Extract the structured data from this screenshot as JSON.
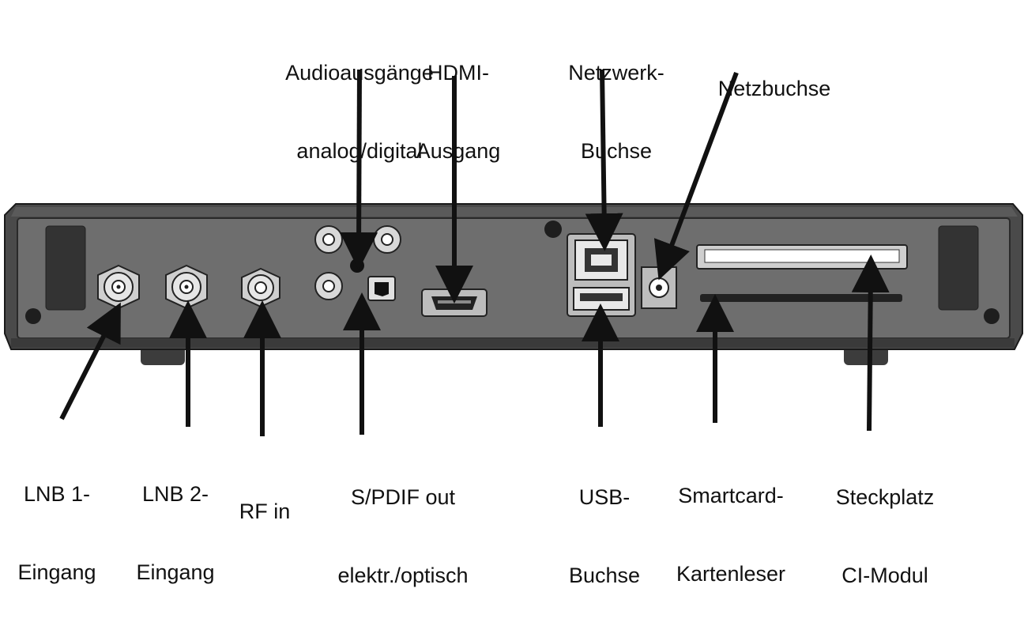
{
  "labels": {
    "audio": [
      "Audioausgänge",
      "analog/digital"
    ],
    "hdmi": [
      "HDMI-",
      "Ausgang"
    ],
    "network": [
      "Netzwerk-",
      "Buchse"
    ],
    "power": [
      "Netzbuchse"
    ],
    "lnb1": [
      "LNB 1-",
      "Eingang"
    ],
    "lnb2": [
      "LNB 2-",
      "Eingang"
    ],
    "rf": [
      "RF in"
    ],
    "spdif": [
      "S/PDIF out",
      "elektr./optisch"
    ],
    "usb": [
      "USB-",
      "Buchse"
    ],
    "smartcard": [
      "Smartcard-",
      "Kartenleser"
    ],
    "ci": [
      "Steckplatz",
      "CI-Modul"
    ]
  },
  "colors": {
    "body_dark": "#4a4a4a",
    "panel": "#6e6e6e",
    "panel_light": "#8a8a8a",
    "arrow": "#111111"
  }
}
